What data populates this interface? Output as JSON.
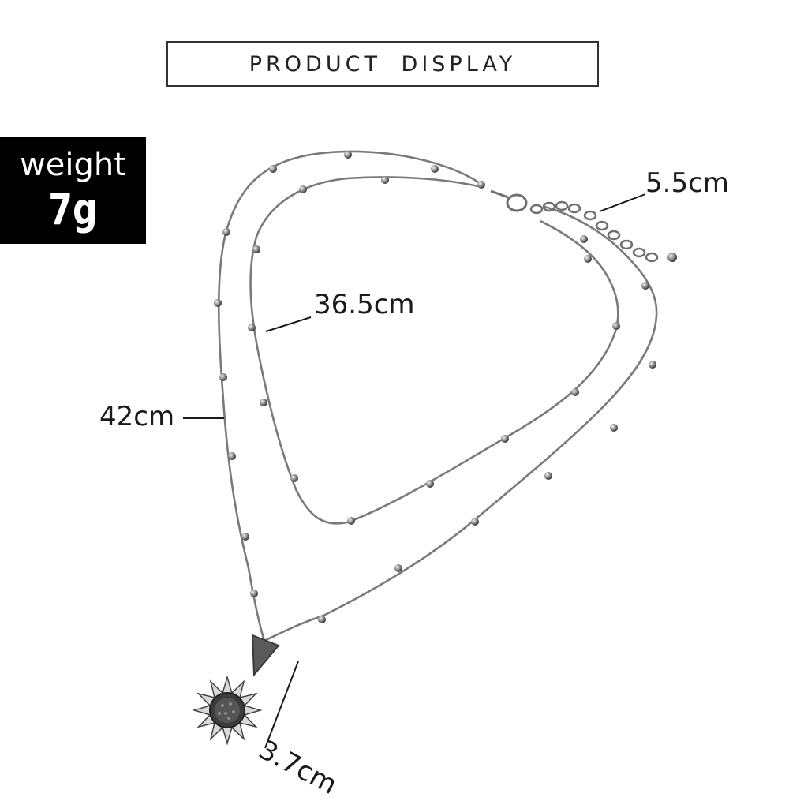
{
  "header": {
    "title": "PRODUCT DISPLAY"
  },
  "weight_badge": {
    "label": "weight",
    "value": "7g"
  },
  "dimensions": {
    "extender": "5.5cm",
    "inner_chain": "36.5cm",
    "outer_chain": "42cm",
    "pendant": "3.7cm"
  },
  "product": {
    "description_icon": "necklace-image",
    "metal_color": "#a8a8a8"
  }
}
